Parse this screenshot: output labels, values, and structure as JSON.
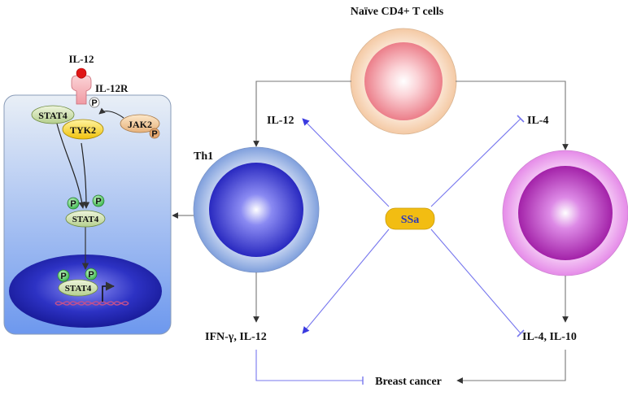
{
  "labels": {
    "naive": "Naïve CD4+ T cells",
    "th1": "Th1",
    "il12_left": "IL-12",
    "il4_right": "IL-4",
    "ssa": "SSa",
    "ifn": "IFN-γ, IL-12",
    "il4_il10": "IL-4, IL-10",
    "breast_cancer": "Breast cancer"
  },
  "pathway": {
    "ligand": "IL-12",
    "receptor": "IL-12R",
    "stat4_top": "STAT4",
    "tyk2": "TYK2",
    "jak2": "JAK2",
    "p": "P",
    "stat4_mid": "STAT4",
    "stat4_nuc": "STAT4"
  },
  "colors": {
    "panel_top": "#e8eef6",
    "panel_bottom": "#6f9bf0",
    "nucleus": "#2a2fbf",
    "ssa_badge": "#f2bd12",
    "inhibit_line": "#7777ee",
    "naive_cell": "#f08f9a",
    "th1_cell": "#2b2bd0",
    "th2_cell": "#b420c8"
  }
}
